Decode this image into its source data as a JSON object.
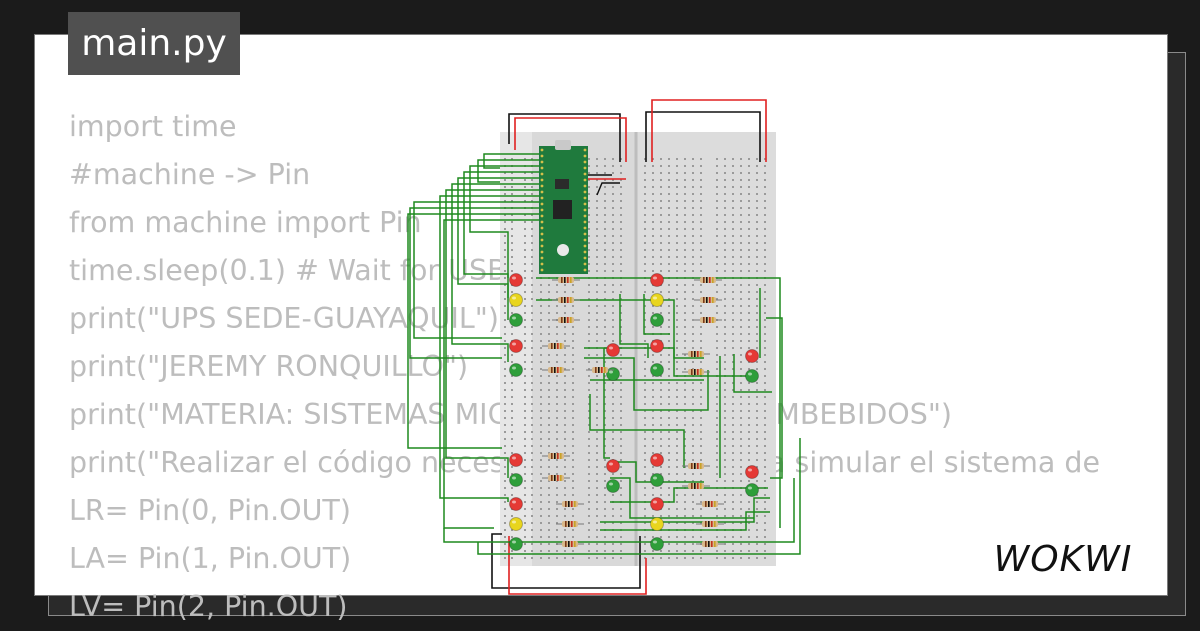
{
  "file_tab": {
    "name": "main.py"
  },
  "code": {
    "lines": [
      "import time",
      "#machine -> Pin",
      "from machine import Pin",
      "time.sleep(0.1) # Wait for USB to become ready",
      "print(\"UPS SEDE-GUAYAQUIL\")",
      "print(\"JEREMY RONQUILLO\")",
      "print(\"MATERIA: SISTEMAS MICROPROCESADOS/EMBEBIDOS\")",
      "print(\"Realizar el código necesario en Python para simular el sistema de",
      "LR= Pin(0, Pin.OUT)",
      "LA= Pin(1, Pin.OUT)",
      "LV= Pin(2, Pin.OUT)"
    ]
  },
  "brand": {
    "logo_text": "WOKWI"
  },
  "colors": {
    "wire_green": "#1e8a1e",
    "wire_red": "#e02020",
    "wire_black": "#111111",
    "pico_board": "#1f7a3d",
    "led_red": "#e53935",
    "led_yellow": "#e8d51e",
    "led_green": "#2e9e3a"
  }
}
